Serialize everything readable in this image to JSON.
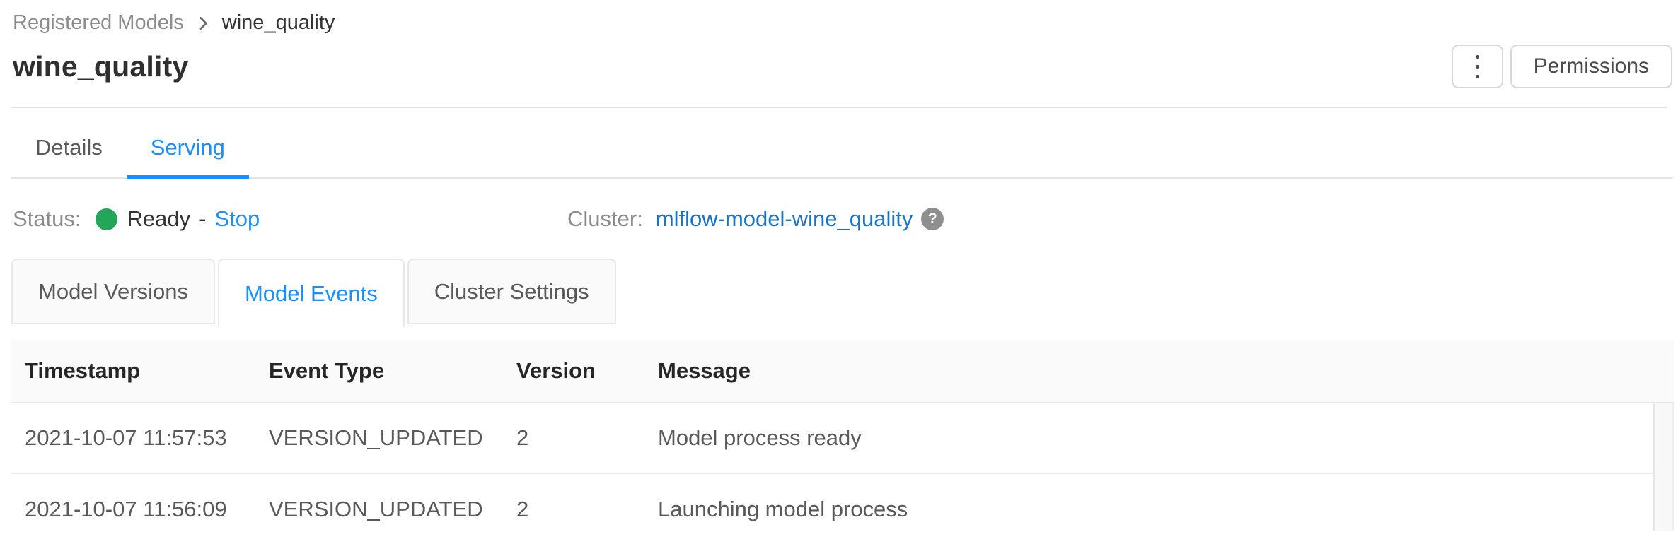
{
  "breadcrumb": {
    "root": "Registered Models",
    "current": "wine_quality"
  },
  "page": {
    "title": "wine_quality"
  },
  "toolbar": {
    "permissions_label": "Permissions"
  },
  "main_tabs": [
    {
      "label": "Details",
      "active": false
    },
    {
      "label": "Serving",
      "active": true
    }
  ],
  "status": {
    "label": "Status:",
    "value": "Ready",
    "separator": "-",
    "stop_label": "Stop"
  },
  "cluster": {
    "label": "Cluster:",
    "name": "mlflow-model-wine_quality",
    "help_glyph": "?"
  },
  "sub_tabs": [
    {
      "label": "Model Versions",
      "active": false
    },
    {
      "label": "Model Events",
      "active": true
    },
    {
      "label": "Cluster Settings",
      "active": false
    }
  ],
  "events_table": {
    "columns": [
      "Timestamp",
      "Event Type",
      "Version",
      "Message"
    ],
    "rows": [
      {
        "timestamp": "2021-10-07 11:57:53",
        "event_type": "VERSION_UPDATED",
        "version": "2",
        "message": "Model process ready"
      },
      {
        "timestamp": "2021-10-07 11:56:09",
        "event_type": "VERSION_UPDATED",
        "version": "2",
        "message": "Launching model process"
      }
    ]
  },
  "colors": {
    "accent_blue": "#1890ff",
    "cluster_link_blue": "#1a73c8",
    "status_green": "#23a65a",
    "header_bg": "#fafafa"
  }
}
